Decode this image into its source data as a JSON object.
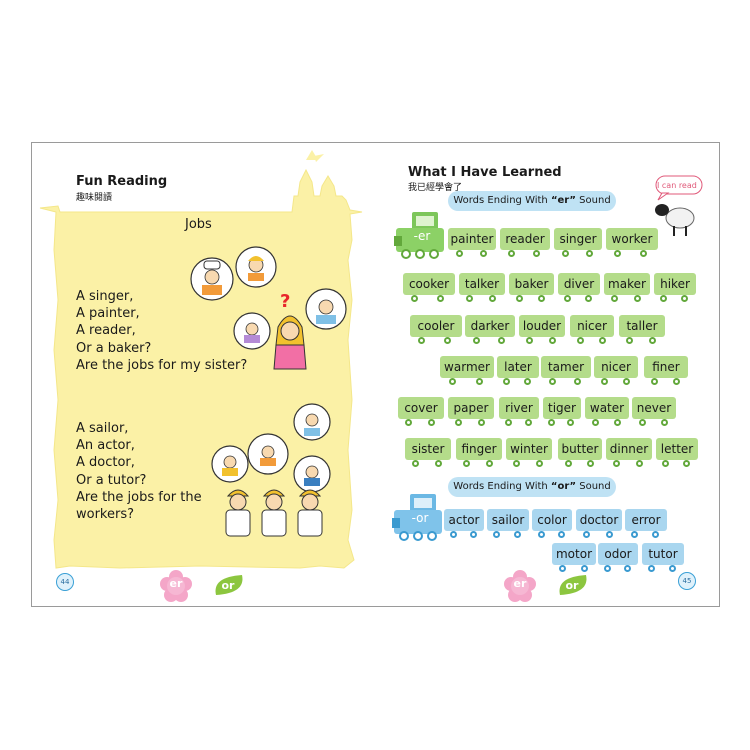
{
  "left_page": {
    "title": "Fun Reading",
    "subtitle": "趣味閱讀",
    "story_title": "Jobs",
    "poem1": [
      "A singer,",
      "A painter,",
      "A reader,",
      "Or a baker?",
      "Are the jobs for my sister?"
    ],
    "poem2": [
      "A sailor,",
      "An actor,",
      "A doctor,",
      "Or a tutor?",
      "Are the jobs for the",
      "workers?"
    ],
    "page_number": "44",
    "tag_er": "er",
    "tag_or": "or"
  },
  "right_page": {
    "title": "What I Have Learned",
    "subtitle": "我已經學會了",
    "bubble": "I can read",
    "er_banner": {
      "prefix": "Words Ending With ",
      "key": "“er”",
      "suffix": " Sound"
    },
    "or_banner": {
      "prefix": "Words Ending With ",
      "key": "“or”",
      "suffix": " Sound"
    },
    "er_engine": "-er",
    "or_engine": "-or",
    "er_rows": [
      [
        "painter",
        "reader",
        "singer",
        "worker"
      ],
      [
        "cooker",
        "talker",
        "baker",
        "diver",
        "maker",
        "hiker"
      ],
      [
        "cooler",
        "darker",
        "louder",
        "nicer",
        "taller"
      ],
      [
        "warmer",
        "later",
        "tamer",
        "nicer",
        "finer"
      ],
      [
        "cover",
        "paper",
        "river",
        "tiger",
        "water",
        "never"
      ],
      [
        "sister",
        "finger",
        "winter",
        "butter",
        "dinner",
        "letter"
      ]
    ],
    "or_rows": [
      [
        "actor",
        "sailor",
        "color",
        "doctor",
        "error"
      ],
      [
        "motor",
        "odor",
        "tutor"
      ]
    ],
    "page_number": "45",
    "tag_er": "er",
    "tag_or": "or"
  },
  "colors": {
    "paper": "#fbf1a6",
    "green_car": "#b4dc8a",
    "blue_car": "#a9d6ef",
    "banner": "#bfe2f4",
    "pink_flower": "#f4a6c8",
    "green_leaf": "#8cc63f"
  }
}
